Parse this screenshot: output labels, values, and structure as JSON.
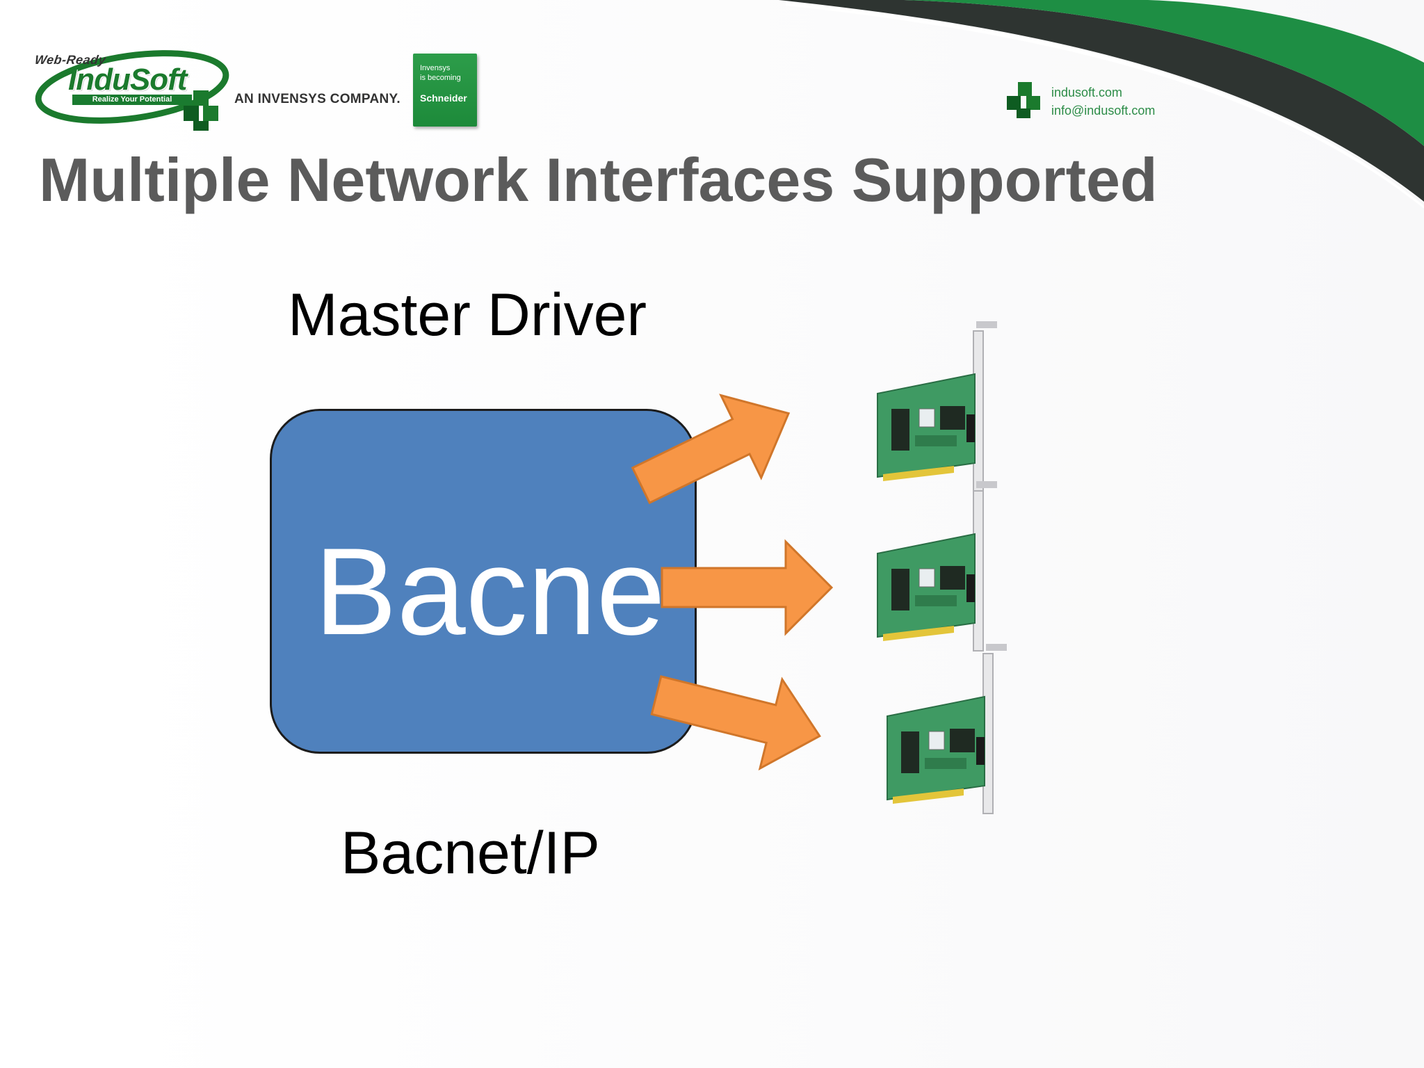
{
  "header": {
    "logo": {
      "tagline_top": "Web-Ready",
      "name": "InduSoft",
      "tagline_bottom": "Realize Your Potential"
    },
    "company_text": "AN INVENSYS COMPANY.",
    "schneider": {
      "line1": "Invensys\nis becoming",
      "line2": "Schneider"
    },
    "contact": {
      "website": "indusoft.com",
      "email": "info@indusoft.com"
    }
  },
  "slide": {
    "title": "Multiple Network Interfaces Supported",
    "label_top": "Master Driver",
    "box_label": "Bacne",
    "label_bottom": "Bacnet/IP"
  },
  "colors": {
    "title": "#5b5b5b",
    "box_fill": "#4f81bd",
    "arrow_fill": "#f79646",
    "arrow_stroke": "#d0762a",
    "brand_green": "#1b7a2d",
    "card_pcb": "#3f9a63"
  },
  "diagram": {
    "arrows": 3,
    "network_cards": 3
  }
}
